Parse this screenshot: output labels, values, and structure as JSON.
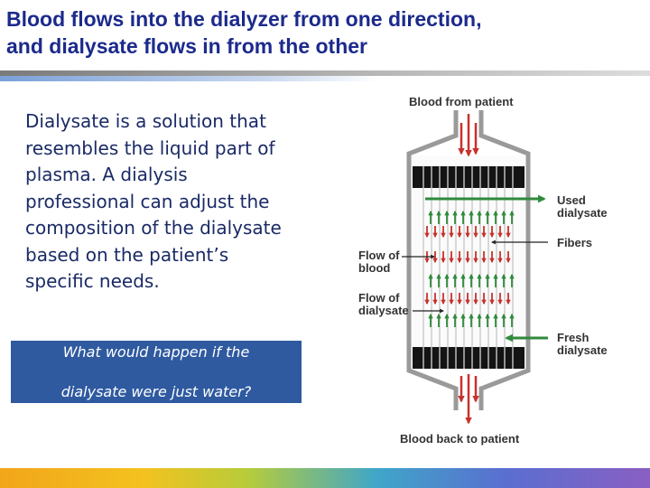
{
  "slide": {
    "title_line1": "Blood flows into the dialyzer from one direction,",
    "title_line2": "and dialysate flows in from the other",
    "body_lines": [
      "Dialysate is a solution that",
      "resembles the liquid part of",
      "plasma. A dialysis",
      "professional can adjust the",
      "composition of the dialysate",
      "based on the patient’s",
      "specific needs."
    ],
    "question_line1": "What would happen if the",
    "question_line2": "dialysate were just water?"
  },
  "diagram": {
    "labels": {
      "blood_in": "Blood from patient",
      "used_dialysate_1": "Used",
      "used_dialysate_2": "dialysate",
      "fibers": "Fibers",
      "flow_blood_1": "Flow of",
      "flow_blood_2": "blood",
      "flow_dialysate_1": "Flow of",
      "flow_dialysate_2": "dialysate",
      "fresh_dialysate_1": "Fresh",
      "fresh_dialysate_2": "dialysate",
      "blood_out": "Blood back to patient"
    },
    "colors": {
      "blood": "#c8322c",
      "dialysate": "#2f8a3c",
      "housing": "#9a9a9a",
      "potting": "#141414",
      "title": "#1b2a8c",
      "question_box": "#2f5aa0"
    }
  }
}
